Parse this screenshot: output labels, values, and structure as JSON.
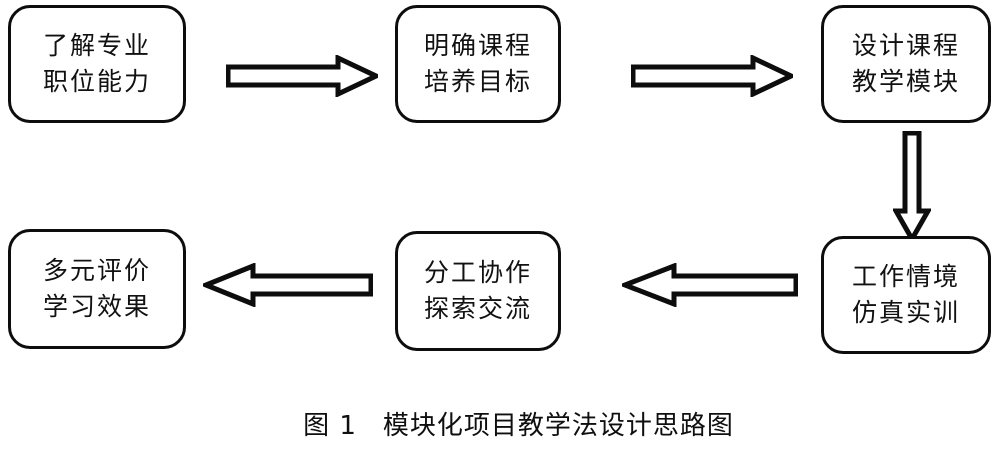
{
  "diagram": {
    "type": "flowchart",
    "title": "模块化项目教学法设计思路图",
    "figure_label": "图 1",
    "caption_full": "图 1　模块化项目教学法设计思路图",
    "background_color": "#ffffff",
    "stroke_color": "#0d0d0d",
    "text_color": "#111111",
    "node_shape": "rounded-rectangle",
    "arrow_style": "hollow-block-arrow",
    "nodes": [
      {
        "id": "node-0",
        "order": 1,
        "line1": "了解专业",
        "line2": "职位能力",
        "row": "top",
        "column": "left"
      },
      {
        "id": "node-1",
        "order": 2,
        "line1": "明确课程",
        "line2": "培养目标",
        "row": "top",
        "column": "center"
      },
      {
        "id": "node-2",
        "order": 3,
        "line1": "设计课程",
        "line2": "教学模块",
        "row": "top",
        "column": "right"
      },
      {
        "id": "node-3",
        "order": 4,
        "line1": "工作情境",
        "line2": "仿真实训",
        "row": "bottom",
        "column": "right"
      },
      {
        "id": "node-4",
        "order": 5,
        "line1": "分工协作",
        "line2": "探索交流",
        "row": "bottom",
        "column": "center"
      },
      {
        "id": "node-5",
        "order": 6,
        "line1": "多元评价",
        "line2": "学习效果",
        "row": "bottom",
        "column": "left"
      }
    ],
    "arrows": [
      {
        "id": "arrow-right-1",
        "direction": "right",
        "from": "node-0",
        "to": "node-1"
      },
      {
        "id": "arrow-right-2",
        "direction": "right",
        "from": "node-1",
        "to": "node-2"
      },
      {
        "id": "arrow-down-1",
        "direction": "down",
        "from": "node-2",
        "to": "node-3"
      },
      {
        "id": "arrow-left-1",
        "direction": "left",
        "from": "node-3",
        "to": "node-4"
      },
      {
        "id": "arrow-left-2",
        "direction": "left",
        "from": "node-4",
        "to": "node-5"
      }
    ]
  }
}
